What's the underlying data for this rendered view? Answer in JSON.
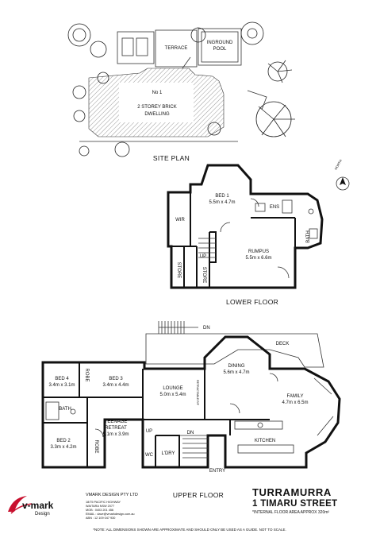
{
  "site_plan": {
    "title": "SITE PLAN",
    "terrace": "TERRACE",
    "pool_line1": "INGROUND",
    "pool_line2": "POOL",
    "house_line1": "No 1",
    "house_line2": "2 STOREY BRICK",
    "house_line3": "DWELLING",
    "north": "NORTH"
  },
  "lower_floor": {
    "title": "LOWER FLOOR",
    "bed1_name": "BED 1",
    "bed1_size": "5.5m x 4.7m",
    "ens": "ENS",
    "wir": "WIR",
    "bath": "BATH",
    "rumpus_name": "RUMPUS",
    "rumpus_size": "5.5m x 6.6m",
    "up": "UP",
    "store1": "STORE",
    "store2": "STORE"
  },
  "upper_floor": {
    "title": "UPPER FLOOR",
    "dn_top": "DN",
    "deck": "DECK",
    "dining_name": "DINING",
    "dining_size": "5.6m x 4.7m",
    "lounge_name": "LOUNGE",
    "lounge_size": "5.0m x 5.4m",
    "retractable": "RETRACTABLE R/F",
    "family_name": "FAMILY",
    "family_size": "4.7m x 6.5m",
    "bed4_name": "BED 4",
    "bed4_size": "3.4m x 3.1m",
    "robe1": "ROBE",
    "bed3_name": "BED 3",
    "bed3_size": "3.4m x 4.4m",
    "bath": "BATH",
    "teen_name1": "TEENAGE",
    "teen_name2": "RETREAT",
    "teen_size": "5.1m x 3.9m",
    "bed2_name": "BED 2",
    "bed2_size": "3.3m x 4.2m",
    "robe2": "ROBE",
    "up": "UP",
    "dn": "DN",
    "wc": "WC",
    "ldry": "L'DRY",
    "kitchen": "KITCHEN",
    "entry": "ENTRY"
  },
  "footer": {
    "company": "VMARK DESIGN PTY LTD",
    "address1": "18/75 PACIFIC HIGHWAY",
    "address2": "WAITARA NSW 2077",
    "mob": "MOB : 0403 201 456",
    "email": "EMAIL : dave@vmarkdesign.com.au",
    "abn": "ABN : 12 109 047 930",
    "logo_text": "v-mark",
    "logo_sub": "Design",
    "suburb": "TURRAMURRA",
    "street": "1 TIMARU STREET",
    "area": "*INTERNAL FLOOR AREA APPROX 320m²",
    "disclaimer": "*NOTE: ALL DIMENSIONS SHOWN ARE APPROXIMATE AND SHOULD ONLY BE USED AS A GUIDE. NOT TO SCALE."
  },
  "colors": {
    "logo_red": "#c8102e",
    "ink": "#111111"
  }
}
